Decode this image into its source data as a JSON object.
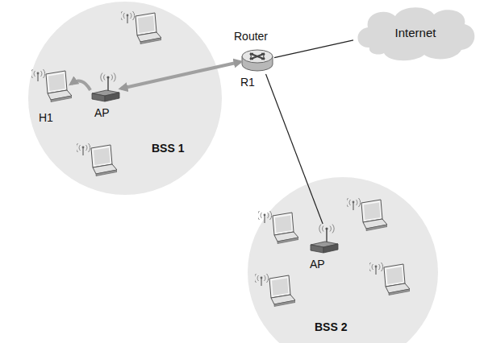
{
  "diagram": {
    "nodes": [
      {
        "text": [
          "BSS 1"
        ]
      },
      {
        "text": [
          "H1"
        ],
        "in": 0
      },
      {
        "text": [
          "AP"
        ],
        "in": 0
      },
      {
        "text": [
          "Router",
          "R1"
        ]
      },
      {
        "text": [
          "Internet"
        ]
      },
      {
        "text": [
          "BSS 2"
        ]
      },
      {
        "text": [
          "AP"
        ],
        "in": 5
      }
    ],
    "edges": [
      {
        "from": 2,
        "to": 1,
        "arrow": "to"
      },
      {
        "from": 2,
        "to": 3,
        "arrow": "both"
      },
      {
        "from": 3,
        "to": 4,
        "arrow": "none"
      },
      {
        "from": 3,
        "to": 6,
        "arrow": "none"
      }
    ]
  }
}
